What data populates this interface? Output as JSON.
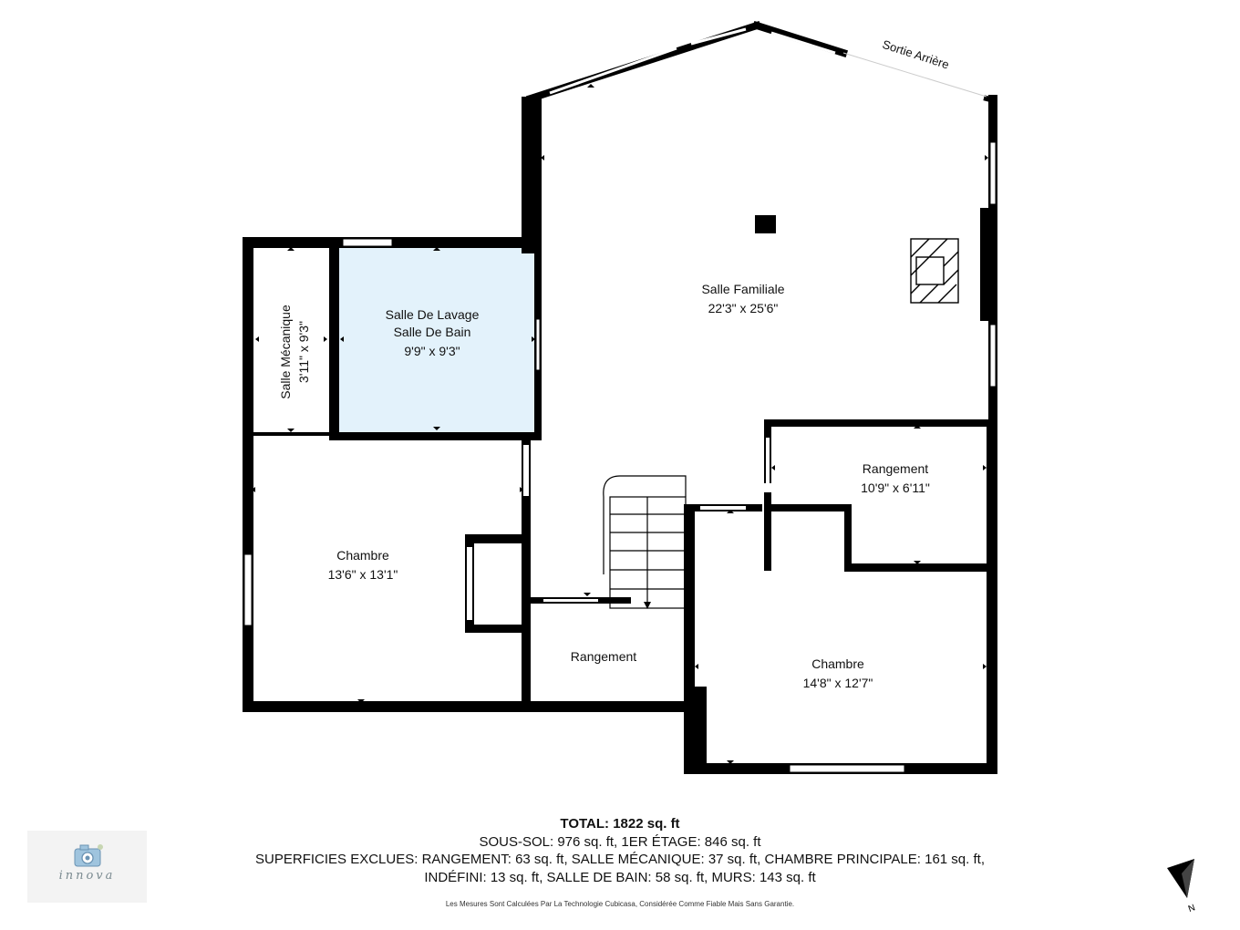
{
  "rooms": {
    "family": {
      "name": "Salle Familiale",
      "dims": "22'3\" x 25'6\""
    },
    "laundry": {
      "name1": "Salle De Lavage",
      "name2": "Salle De Bain",
      "dims": "9'9\" x 9'3\""
    },
    "mech": {
      "name": "Salle Mécanique",
      "dims": "3'11\" x 9'3\""
    },
    "bed1": {
      "name": "Chambre",
      "dims": "13'6\" x 13'1\""
    },
    "storage_mid": {
      "name": "Rangement"
    },
    "storage_right": {
      "name": "Rangement",
      "dims": "10'9\" x 6'11\""
    },
    "bed2": {
      "name": "Chambre",
      "dims": "14'8\" x 12'7\""
    }
  },
  "exit_label": "Sortie Arrière",
  "summary": {
    "total": "TOTAL: 1822 sq. ft",
    "levels": "SOUS-SOL: 976 sq. ft, 1ER ÉTAGE: 846 sq. ft",
    "excluded_1": "SUPERFICIES EXCLUES: RANGEMENT: 63 sq. ft, SALLE MÉCANIQUE: 37 sq. ft, CHAMBRE PRINCIPALE: 161 sq. ft,",
    "excluded_2": "INDÉFINI: 13 sq. ft, SALLE DE BAIN: 58 sq. ft, MURS: 143 sq. ft",
    "disclaimer": "Les Mesures Sont Calculées Par La Technologie Cubicasa, Considérée Comme Fiable Mais Sans Garantie."
  },
  "logo": {
    "word": "innova"
  },
  "compass": {
    "label": "N"
  },
  "colors": {
    "wall": "#000000",
    "laundry_fill": "#e3f2fb",
    "window_fill": "#ffffff"
  }
}
